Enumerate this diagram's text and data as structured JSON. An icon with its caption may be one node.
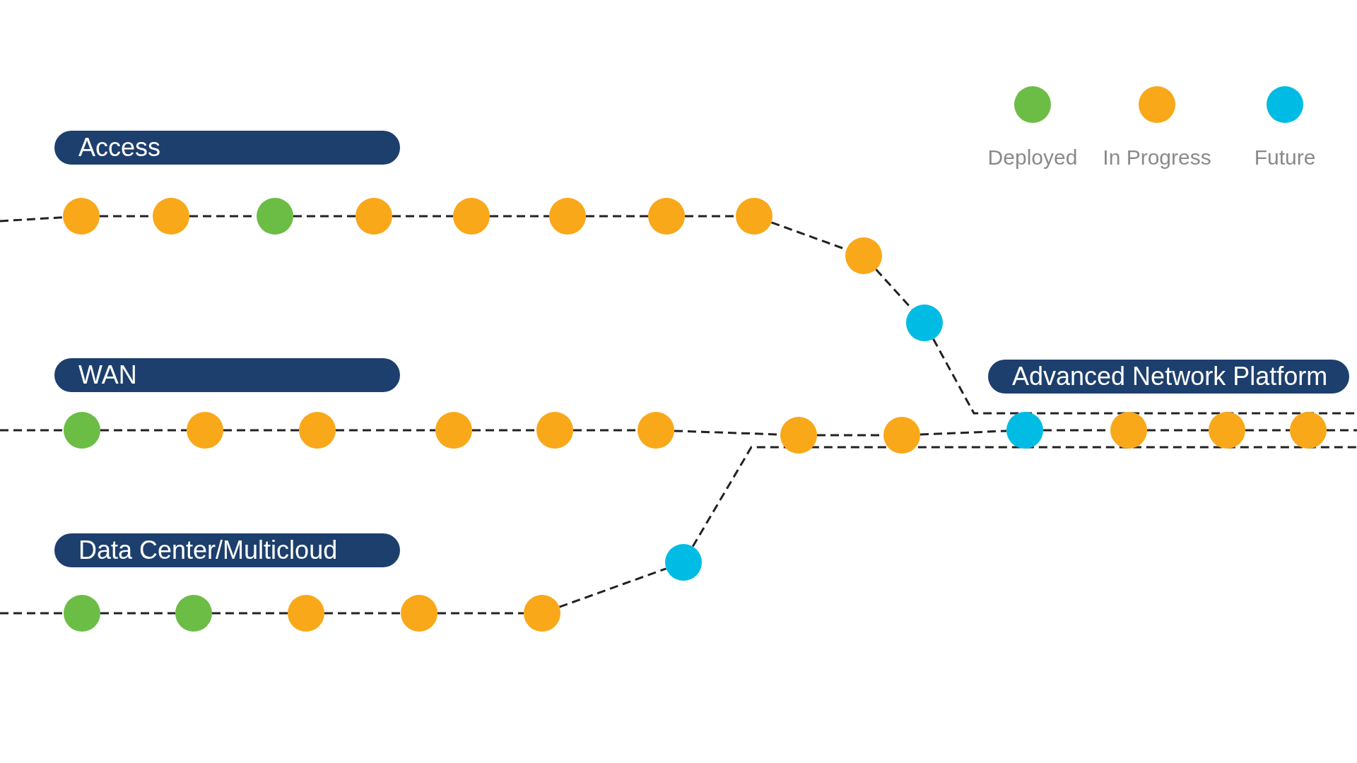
{
  "diagram": {
    "nodes": [
      {
        "text": [
          "Access"
        ]
      },
      {
        "text": [],
        "shape": "circle"
      },
      {
        "text": [],
        "shape": "circle"
      },
      {
        "text": [],
        "shape": "circle"
      },
      {
        "text": [],
        "shape": "circle"
      },
      {
        "text": [],
        "shape": "circle"
      },
      {
        "text": [],
        "shape": "circle"
      },
      {
        "text": [],
        "shape": "circle"
      },
      {
        "text": [],
        "shape": "circle"
      },
      {
        "text": [],
        "shape": "circle"
      },
      {
        "text": [],
        "shape": "circle"
      },
      {
        "text": [
          "WAN"
        ]
      },
      {
        "text": [
          "Advanced Network Platform"
        ]
      },
      {
        "text": [],
        "shape": "circle"
      },
      {
        "text": [],
        "shape": "circle"
      },
      {
        "text": [],
        "shape": "circle"
      },
      {
        "text": [],
        "shape": "circle"
      },
      {
        "text": [],
        "shape": "circle"
      },
      {
        "text": [],
        "shape": "circle"
      },
      {
        "text": [],
        "shape": "circle"
      },
      {
        "text": [],
        "shape": "circle"
      },
      {
        "text": [],
        "shape": "circle"
      },
      {
        "text": [],
        "shape": "circle"
      },
      {
        "text": [],
        "shape": "circle"
      },
      {
        "text": [],
        "shape": "circle"
      },
      {
        "text": [
          "Data Center/Multicloud"
        ]
      },
      {
        "text": [],
        "shape": "circle"
      },
      {
        "text": [],
        "shape": "circle"
      },
      {
        "text": [],
        "shape": "circle"
      },
      {
        "text": [],
        "shape": "circle"
      },
      {
        "text": [],
        "shape": "circle"
      },
      {
        "text": [],
        "shape": "circle"
      }
    ],
    "edges": [
      {
        "from": null,
        "to": 1,
        "arrow": "none",
        "style": "dashed"
      },
      {
        "from": 1,
        "to": 2,
        "arrow": "none",
        "style": "dashed"
      },
      {
        "from": 2,
        "to": 3,
        "arrow": "none",
        "style": "dashed"
      },
      {
        "from": 3,
        "to": 4,
        "arrow": "none",
        "style": "dashed"
      },
      {
        "from": 4,
        "to": 5,
        "arrow": "none",
        "style": "dashed"
      },
      {
        "from": 5,
        "to": 6,
        "arrow": "none",
        "style": "dashed"
      },
      {
        "from": 6,
        "to": 7,
        "arrow": "none",
        "style": "dashed"
      },
      {
        "from": 7,
        "to": 8,
        "arrow": "none",
        "style": "dashed"
      },
      {
        "from": 8,
        "to": 9,
        "arrow": "none",
        "style": "dashed"
      },
      {
        "from": 9,
        "to": 10,
        "arrow": "none",
        "style": "dashed"
      },
      {
        "from": 10,
        "to": null,
        "arrow": "none",
        "style": "dashed"
      },
      {
        "from": null,
        "to": 13,
        "arrow": "none",
        "style": "dashed"
      },
      {
        "from": 13,
        "to": 14,
        "arrow": "none",
        "style": "dashed"
      },
      {
        "from": 14,
        "to": 15,
        "arrow": "none",
        "style": "dashed"
      },
      {
        "from": 15,
        "to": 16,
        "arrow": "none",
        "style": "dashed"
      },
      {
        "from": 16,
        "to": 17,
        "arrow": "none",
        "style": "dashed"
      },
      {
        "from": 17,
        "to": 18,
        "arrow": "none",
        "style": "dashed"
      },
      {
        "from": 18,
        "to": 19,
        "arrow": "none",
        "style": "dashed"
      },
      {
        "from": 19,
        "to": 20,
        "arrow": "none",
        "style": "dashed"
      },
      {
        "from": 20,
        "to": 21,
        "arrow": "none",
        "style": "dashed"
      },
      {
        "from": 21,
        "to": 22,
        "arrow": "none",
        "style": "dashed"
      },
      {
        "from": 22,
        "to": 23,
        "arrow": "none",
        "style": "dashed"
      },
      {
        "from": 23,
        "to": 24,
        "arrow": "none",
        "style": "dashed"
      },
      {
        "from": 24,
        "to": null,
        "arrow": "none",
        "style": "dashed"
      },
      {
        "from": null,
        "to": 26,
        "arrow": "none",
        "style": "dashed"
      },
      {
        "from": 26,
        "to": 27,
        "arrow": "none",
        "style": "dashed"
      },
      {
        "from": 27,
        "to": 28,
        "arrow": "none",
        "style": "dashed"
      },
      {
        "from": 28,
        "to": 29,
        "arrow": "none",
        "style": "dashed"
      },
      {
        "from": 29,
        "to": 30,
        "arrow": "none",
        "style": "dashed"
      },
      {
        "from": 30,
        "to": 31,
        "arrow": "none",
        "style": "dashed"
      },
      {
        "from": 31,
        "to": null,
        "arrow": "none",
        "style": "dashed"
      }
    ],
    "legend": [
      {
        "text": "Deployed",
        "color": "#6cbd45"
      },
      {
        "text": "In Progress",
        "color": "#f9a81a"
      },
      {
        "text": "Future",
        "color": "#00bce4"
      }
    ]
  }
}
